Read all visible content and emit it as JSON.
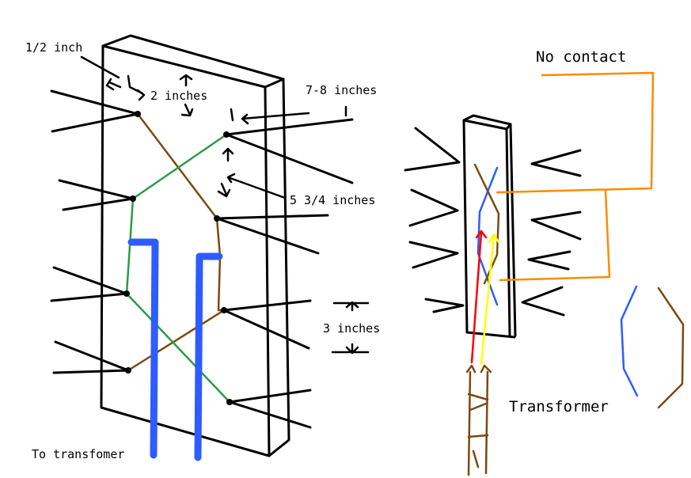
{
  "labels": {
    "half_inch": "1/2 inch",
    "two_inches": "2 inches",
    "seven_eight_inches": "7-8 inches",
    "five_three_quarter_inches": "5 3/4 inches",
    "three_inches": "3 inches",
    "to_transformer": "To transfomer",
    "no_contact": "No contact",
    "transformer": "Transformer"
  },
  "colors": {
    "outline": "#000000",
    "brown_wire": "#7a4a10",
    "green_wire": "#2e9a47",
    "blue_wire": "#2e5cff",
    "orange_wire": "#ff8a00",
    "red_wire": "#ff0000",
    "yellow_wire": "#ffff00"
  }
}
